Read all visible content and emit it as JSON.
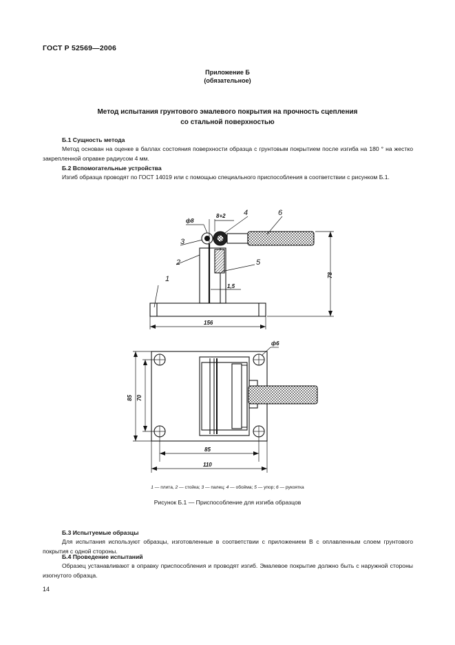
{
  "header": {
    "standard": "ГОСТ Р 52569—2006"
  },
  "appendix": {
    "title": "Приложение Б",
    "status": "(обязательное)"
  },
  "method": {
    "title_line1": "Метод испытания грунтового эмалевого покрытия на прочность сцепления",
    "title_line2": "со стальной поверхностью"
  },
  "sections": {
    "b1_title": "Б.1 Сущность метода",
    "b1_text": "Метод основан на оценке в баллах состояния поверхности образца с грунтовым покрытием после изгиба на 180 ° на жестко закрепленной оправке радиусом 4 мм.",
    "b2_title": "Б.2 Вспомогательные устройства",
    "b2_text": "Изгиб образца проводят по ГОСТ 14019 или с помощью специального приспособления в соответствии с рисунком Б.1.",
    "b3_title": "Б.3 Испытуемые образцы",
    "b3_text": "Для испытания используют образцы, изготовленные в соответствии с приложением В с оплавленным слоем грунтового покрытия с одной стороны.",
    "b4_title": "Б.4 Проведение испытаний",
    "b4_text": "Образец устанавливают в оправку приспособления и проводят изгиб. Эмалевое покрытие должно быть с наружной стороны изогнутого образца."
  },
  "figure": {
    "side_view": {
      "callouts": [
        "1",
        "2",
        "3",
        "4",
        "5",
        "6"
      ],
      "dim_d8": "ф8",
      "dim_gap": "8+2",
      "dim_15": "1,5",
      "dim_78": "78",
      "dim_156": "156"
    },
    "plan_view": {
      "dim_d6": "ф6",
      "dim_85v": "85",
      "dim_70": "70",
      "dim_85h": "85",
      "dim_110": "110"
    },
    "legend": [
      {
        "num": "1",
        "text": " — плита, "
      },
      {
        "num": "2",
        "text": " — стойка; "
      },
      {
        "num": "3",
        "text": " — палец; "
      },
      {
        "num": "4",
        "text": " — обойма; "
      },
      {
        "num": "5",
        "text": " — упор; "
      },
      {
        "num": "6",
        "text": " — рукоятка"
      }
    ],
    "caption": "Рисунок Б.1 — Приспособление для изгиба образцов"
  },
  "footer": {
    "page_number": "14"
  }
}
